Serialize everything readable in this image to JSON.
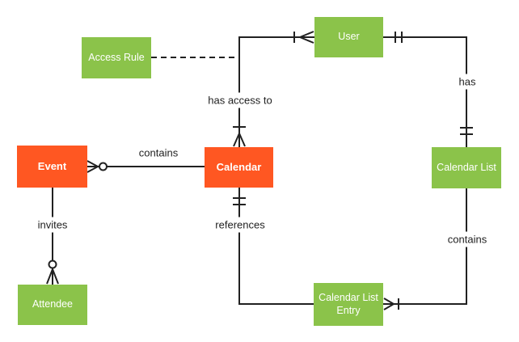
{
  "diagram": {
    "type": "entity-relationship",
    "colors": {
      "green": "#8bc34a",
      "orange": "#ff5722",
      "line": "#212121",
      "label": "#212121",
      "background": "#ffffff"
    },
    "entities": {
      "access_rule": {
        "label": "Access Rule",
        "color": "green"
      },
      "user": {
        "label": "User",
        "color": "green"
      },
      "event": {
        "label": "Event",
        "color": "orange"
      },
      "calendar": {
        "label": "Calendar",
        "color": "orange"
      },
      "calendar_list": {
        "label": "Calendar List",
        "color": "green"
      },
      "attendee": {
        "label": "Attendee",
        "color": "green"
      },
      "calendar_list_entry": {
        "label": "Calendar List Entry",
        "color": "green"
      }
    },
    "relationships": {
      "has_access_to": {
        "label": "has access to",
        "from": "Calendar",
        "to": "User",
        "from_cardinality": "one-or-many",
        "to_cardinality": "one-or-many"
      },
      "has": {
        "label": "has",
        "from": "User",
        "to": "Calendar List",
        "from_cardinality": "exactly-one",
        "to_cardinality": "exactly-one"
      },
      "contains_events": {
        "label": "contains",
        "from": "Calendar",
        "to": "Event",
        "from_cardinality": "none",
        "to_cardinality": "zero-or-many"
      },
      "invites": {
        "label": "invites",
        "from": "Event",
        "to": "Attendee",
        "from_cardinality": "none",
        "to_cardinality": "zero-or-many"
      },
      "references": {
        "label": "references",
        "from": "Calendar",
        "to": "Calendar List Entry",
        "from_cardinality": "exactly-one",
        "to_cardinality": "none"
      },
      "contains_entries": {
        "label": "contains",
        "from": "Calendar List",
        "to": "Calendar List Entry",
        "from_cardinality": "none",
        "to_cardinality": "one-or-many"
      },
      "access_rule_link": {
        "label": "",
        "from": "Access Rule",
        "to": "has access to relationship",
        "style": "dashed"
      }
    }
  }
}
